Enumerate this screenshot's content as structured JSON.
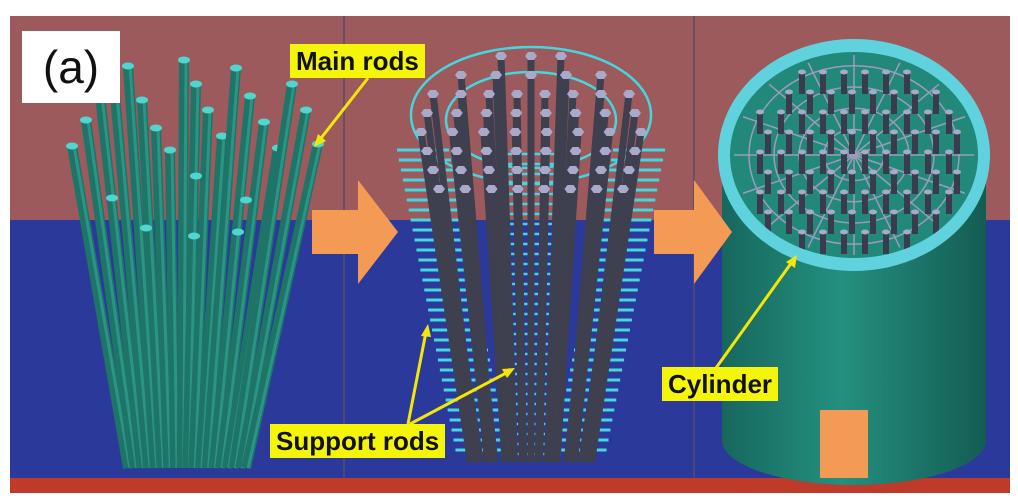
{
  "panel_label": "(a)",
  "callouts": {
    "main_rods": "Main rods",
    "support_rods": "Support rods",
    "cylinder": "Cylinder"
  },
  "colors": {
    "background_upper": "#9c5a5d",
    "background_lower": "#2b3a9a",
    "main_rod": "#1f7468",
    "main_rod_cap": "#4fd6cf",
    "structure_rod": "#3e3f4f",
    "structure_cap": "#a9a9c9",
    "support_rod": "#46d6de",
    "cylinder_body": "#1f8276",
    "cylinder_rim": "#5fd2dd",
    "arrow": "#f39a55",
    "label_bg": "#f5f50a"
  }
}
